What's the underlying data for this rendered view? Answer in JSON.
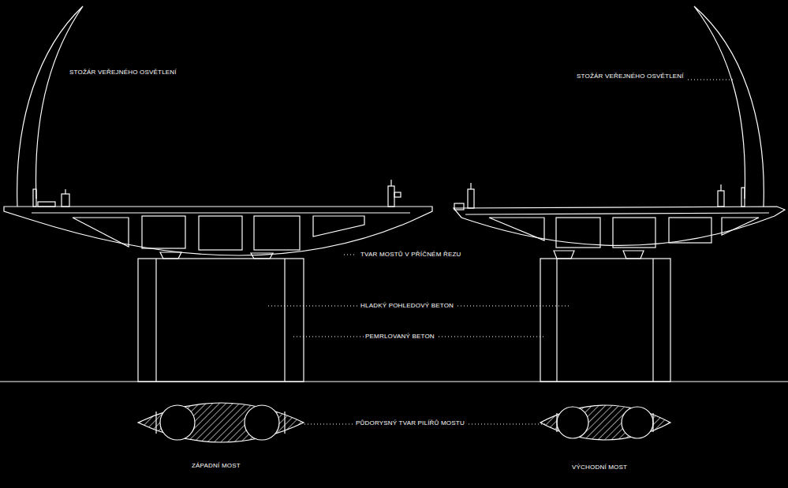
{
  "diagram": {
    "labels": [
      "STOŽÁR VEŘEJNÉHO OSVĚTLENÍ",
      "STOŽÁR VEŘEJNÉHO OSVĚTLENÍ",
      "TVAR MOSTŮ V PŘÍČNÉM ŘEZU",
      "HLADKÝ POHLEDOVÝ BETON",
      "PEMRLOVANÝ BETON",
      "PŮDORYSNÝ TVAR PILÍŘŮ MOSTU",
      "ZÁPADNÍ MOST",
      "VÝCHODNÍ MOST"
    ]
  }
}
